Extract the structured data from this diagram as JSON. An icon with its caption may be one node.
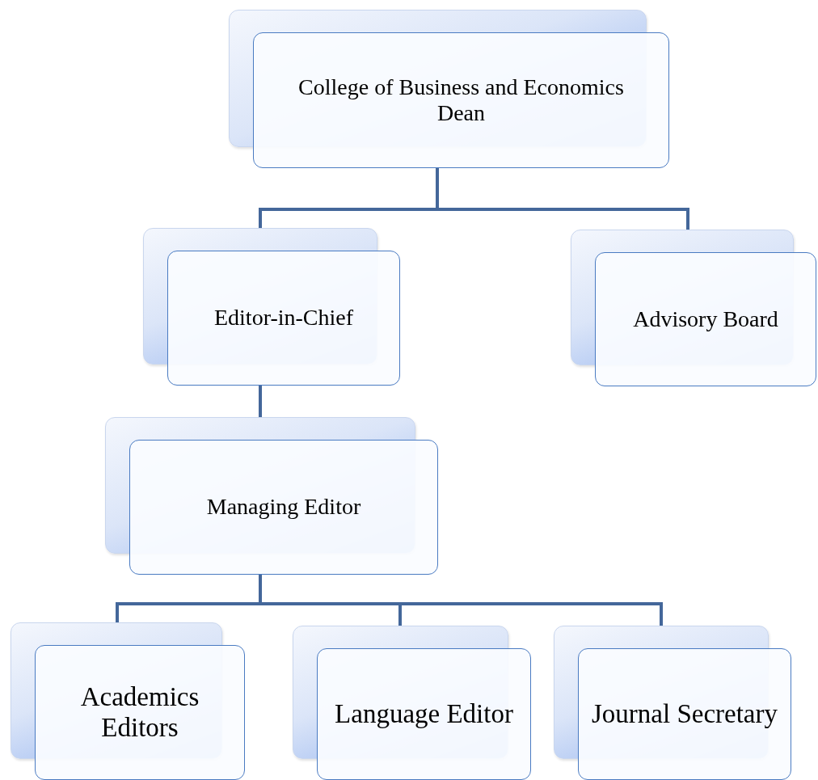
{
  "diagram": {
    "nodes": [
      {
        "text": [
          "College of Business and Economics",
          "Dean"
        ]
      },
      {
        "text": [
          "Editor-in-Chief"
        ]
      },
      {
        "text": [
          "Advisory Board"
        ]
      },
      {
        "text": [
          "Managing Editor"
        ]
      },
      {
        "text": [
          "Academics Editors"
        ]
      },
      {
        "text": [
          "Language Editor"
        ]
      },
      {
        "text": [
          "Journal Secretary"
        ]
      }
    ],
    "edges": [
      {
        "from": 0,
        "to": 1,
        "arrow": "none"
      },
      {
        "from": 0,
        "to": 2,
        "arrow": "none"
      },
      {
        "from": 1,
        "to": 3,
        "arrow": "none"
      },
      {
        "from": 3,
        "to": 4,
        "arrow": "none"
      },
      {
        "from": 3,
        "to": 5,
        "arrow": "none"
      },
      {
        "from": 3,
        "to": 6,
        "arrow": "none"
      }
    ]
  }
}
